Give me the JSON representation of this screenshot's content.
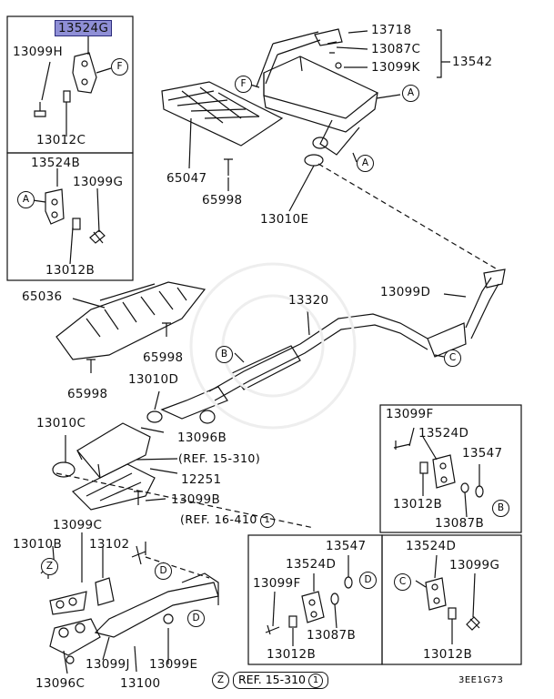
{
  "parts": {
    "p13524G": "13524G",
    "p13099H": "13099H",
    "p13012C": "13012C",
    "p13524B": "13524B",
    "p13099G_left": "13099G",
    "p13012B_left": "13012B",
    "p65047": "65047",
    "p65998_top": "65998",
    "p13010E": "13010E",
    "p13718": "13718",
    "p13087C": "13087C",
    "p13099K": "13099K",
    "p13542": "13542",
    "p65036": "65036",
    "p65998_mid1": "65998",
    "p65998_mid2": "65998",
    "p13320": "13320",
    "p13099D": "13099D",
    "p13010D": "13010D",
    "p13096B": "13096B",
    "p13010C": "13010C",
    "p12251": "12251",
    "p13099B": "13099B",
    "p13099C": "13099C",
    "p13010B": "13010B",
    "p13102": "13102",
    "p13099J": "13099J",
    "p13100": "13100",
    "p13099E": "13099E",
    "p13096C": "13096C",
    "p13099F_r": "13099F",
    "p13524D_r": "13524D",
    "p13547_r": "13547",
    "p13012B_r": "13012B",
    "p13087B_r": "13087B",
    "p13547_m": "13547",
    "p13524D_m": "13524D",
    "p13099F_m": "13099F",
    "p13087B_m": "13087B",
    "p13012B_m": "13012B",
    "p13524D_br": "13524D",
    "p13099G_br": "13099G",
    "p13012B_br": "13012B"
  },
  "callouts": {
    "A": "A",
    "B": "B",
    "C": "C",
    "D": "D",
    "F": "F",
    "Z": "Z"
  },
  "refs": {
    "ref_15_310": "(REF. 15-310)",
    "ref_16_410": "(REF. 16-410",
    "ref_16_410_num": "1",
    "bottom_ref_letter": "Z",
    "bottom_ref_text": "REF. 15-310",
    "bottom_ref_num": "1"
  },
  "drawing_code": "3EE1G73",
  "colors": {
    "highlight": "#8f8fd6",
    "ink": "#111111"
  }
}
